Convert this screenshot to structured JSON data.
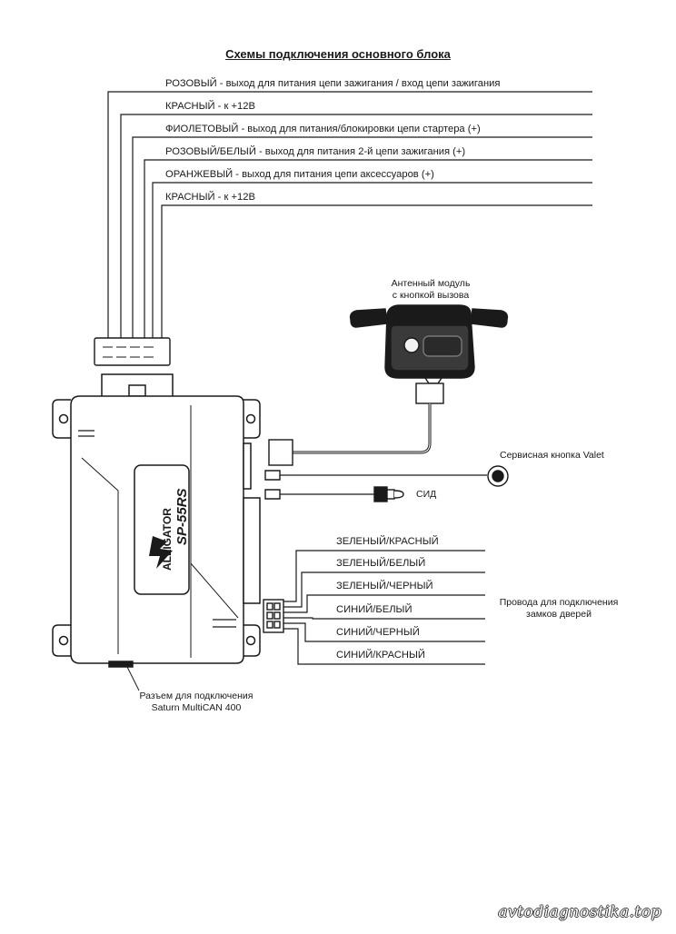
{
  "title": "Схемы подключения основного блока",
  "ignition_wires": [
    {
      "label": "РОЗОВЫЙ - выход для питания цепи зажигания / вход цепи зажигания"
    },
    {
      "label": "КРАСНЫЙ - к +12В"
    },
    {
      "label": "ФИОЛЕТОВЫЙ - выход для питания/блокировки цепи стартера (+)"
    },
    {
      "label": "РОЗОВЫЙ/БЕЛЫЙ - выход для питания 2-й цепи зажигания (+)"
    },
    {
      "label": "ОРАНЖЕВЫЙ - выход для питания цепи аксессуаров (+)"
    },
    {
      "label": "КРАСНЫЙ - к +12В"
    }
  ],
  "antenna_label": [
    "Антенный модуль",
    "с кнопкой вызова"
  ],
  "valet_label": "Сервисная кнопка Valet",
  "led_label": "СИД",
  "door_wires": [
    {
      "label": "ЗЕЛЕНЫЙ/КРАСНЫЙ"
    },
    {
      "label": "ЗЕЛЕНЫЙ/БЕЛЫЙ"
    },
    {
      "label": "ЗЕЛЕНЫЙ/ЧЕРНЫЙ"
    },
    {
      "label": "СИНИЙ/БЕЛЫЙ"
    },
    {
      "label": "СИНИЙ/ЧЕРНЫЙ"
    },
    {
      "label": "СИНИЙ/КРАСНЫЙ"
    }
  ],
  "door_locks_label": [
    "Провода для подключения",
    "замков дверей"
  ],
  "multican_label": [
    "Разъем для подключения",
    "Saturn MultiCAN 400"
  ],
  "logo": {
    "brand": "ALLIGATOR",
    "model": "SP-55RS"
  },
  "watermark": "avtodiagnostika.top"
}
